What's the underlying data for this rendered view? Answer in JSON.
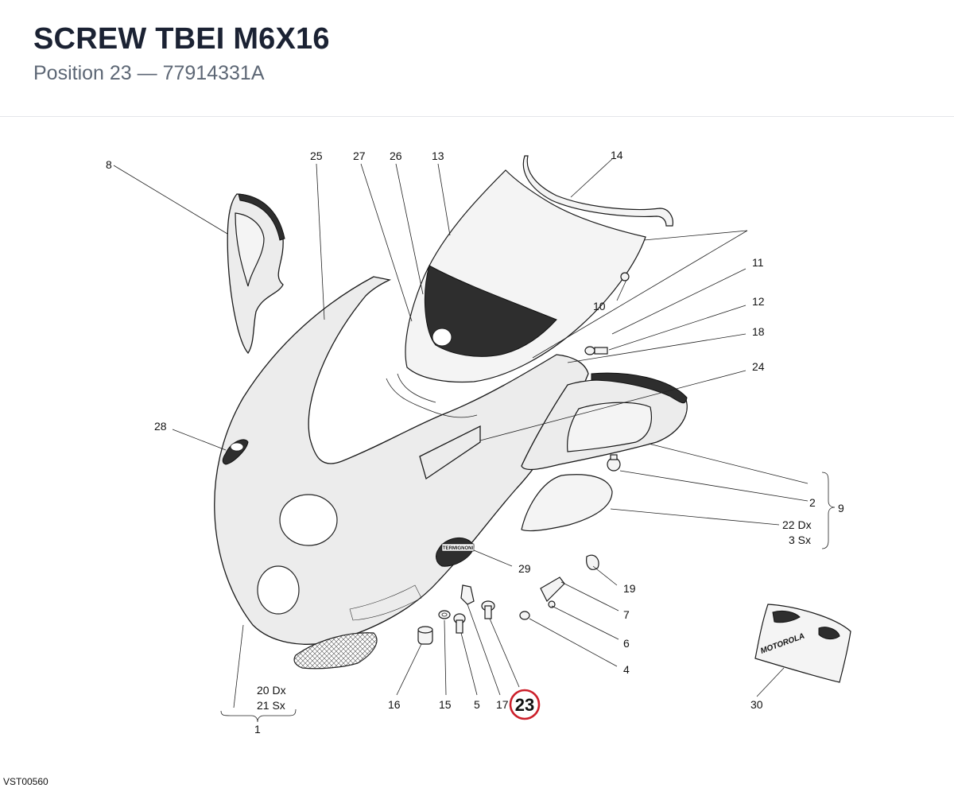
{
  "header": {
    "title": "SCREW TBEI M6X16",
    "subtitle": "Position 23 — 77914331A"
  },
  "diagram": {
    "code": "VST00560",
    "highlighted_position": "23",
    "highlight_color": "#cc1f2a",
    "callouts": {
      "c1": "1",
      "c2": "2",
      "c3": "3 Sx",
      "c4": "4",
      "c5": "5",
      "c6": "6",
      "c7": "7",
      "c8": "8",
      "c9": "9",
      "c10": "10",
      "c11": "11",
      "c12": "12",
      "c13": "13",
      "c14": "14",
      "c15": "15",
      "c16": "16",
      "c17": "17",
      "c18": "18",
      "c19": "19",
      "c20": "20 Dx",
      "c21": "21 Sx",
      "c22": "22 Dx",
      "c24": "24",
      "c25": "25",
      "c26": "26",
      "c27": "27",
      "c28": "28",
      "c29": "29",
      "c30": "30"
    },
    "stickers": {
      "termignoni": "TERMIGNONI",
      "motorola": "MOTOROLA"
    }
  }
}
